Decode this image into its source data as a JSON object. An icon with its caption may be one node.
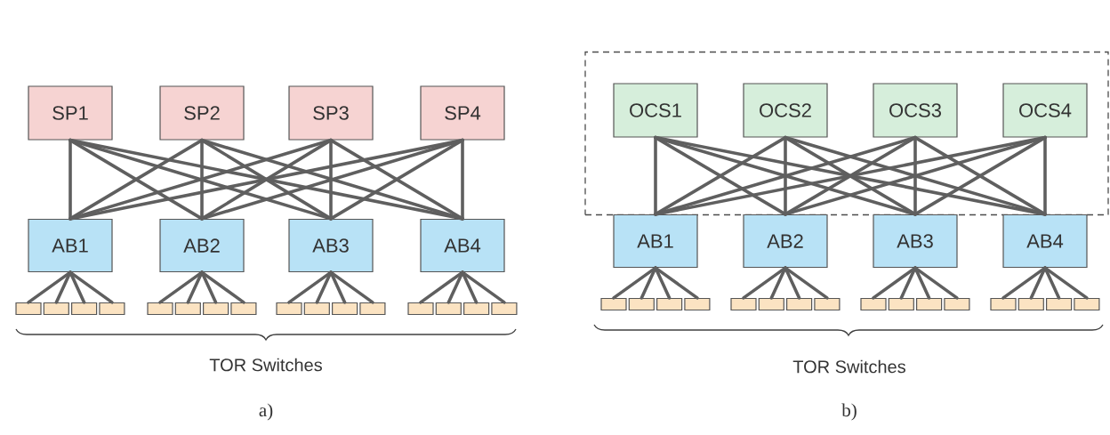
{
  "diagram": {
    "nodes": [
      {
        "text": [
          "SP1"
        ]
      },
      {
        "text": [
          "SP2"
        ]
      },
      {
        "text": [
          "SP3"
        ]
      },
      {
        "text": [
          "SP4"
        ]
      },
      {
        "text": [
          "AB1"
        ]
      },
      {
        "text": [
          "AB2"
        ]
      },
      {
        "text": [
          "AB3"
        ]
      },
      {
        "text": [
          "AB4"
        ]
      },
      {
        "text": [],
        "shape": "box"
      },
      {
        "text": [],
        "shape": "box"
      },
      {
        "text": [],
        "shape": "box"
      },
      {
        "text": [],
        "shape": "box"
      },
      {
        "text": [],
        "shape": "box"
      },
      {
        "text": [],
        "shape": "box"
      },
      {
        "text": [],
        "shape": "box"
      },
      {
        "text": [],
        "shape": "box"
      },
      {
        "text": [],
        "shape": "box"
      },
      {
        "text": [],
        "shape": "box"
      },
      {
        "text": [],
        "shape": "box"
      },
      {
        "text": [],
        "shape": "box"
      },
      {
        "text": [],
        "shape": "box"
      },
      {
        "text": [],
        "shape": "box"
      },
      {
        "text": [],
        "shape": "box"
      },
      {
        "text": [],
        "shape": "box"
      },
      {
        "text": [],
        "shape": "box"
      },
      {
        "text": [
          "OCS1"
        ],
        "in": 24
      },
      {
        "text": [
          "OCS2"
        ],
        "in": 24
      },
      {
        "text": [
          "OCS3"
        ],
        "in": 24
      },
      {
        "text": [
          "OCS4"
        ],
        "in": 24
      },
      {
        "text": [
          "AB1"
        ]
      },
      {
        "text": [
          "AB2"
        ]
      },
      {
        "text": [
          "AB3"
        ]
      },
      {
        "text": [
          "AB4"
        ]
      },
      {
        "text": [],
        "shape": "box"
      },
      {
        "text": [],
        "shape": "box"
      },
      {
        "text": [],
        "shape": "box"
      },
      {
        "text": [],
        "shape": "box"
      },
      {
        "text": [],
        "shape": "box"
      },
      {
        "text": [],
        "shape": "box"
      },
      {
        "text": [],
        "shape": "box"
      },
      {
        "text": [],
        "shape": "box"
      },
      {
        "text": [],
        "shape": "box"
      },
      {
        "text": [],
        "shape": "box"
      },
      {
        "text": [],
        "shape": "box"
      },
      {
        "text": [],
        "shape": "box"
      },
      {
        "text": [],
        "shape": "box"
      },
      {
        "text": [],
        "shape": "box"
      },
      {
        "text": [],
        "shape": "box"
      },
      {
        "text": [],
        "shape": "box"
      }
    ],
    "edges": [
      {
        "from": 0,
        "to": 4,
        "arrow": "none"
      },
      {
        "from": 0,
        "to": 5,
        "arrow": "none"
      },
      {
        "from": 0,
        "to": 6,
        "arrow": "none"
      },
      {
        "from": 0,
        "to": 7,
        "arrow": "none"
      },
      {
        "from": 1,
        "to": 4,
        "arrow": "none"
      },
      {
        "from": 1,
        "to": 5,
        "arrow": "none"
      },
      {
        "from": 1,
        "to": 6,
        "arrow": "none"
      },
      {
        "from": 1,
        "to": 7,
        "arrow": "none"
      },
      {
        "from": 2,
        "to": 4,
        "arrow": "none"
      },
      {
        "from": 2,
        "to": 5,
        "arrow": "none"
      },
      {
        "from": 2,
        "to": 6,
        "arrow": "none"
      },
      {
        "from": 2,
        "to": 7,
        "arrow": "none"
      },
      {
        "from": 3,
        "to": 4,
        "arrow": "none"
      },
      {
        "from": 3,
        "to": 5,
        "arrow": "none"
      },
      {
        "from": 3,
        "to": 6,
        "arrow": "none"
      },
      {
        "from": 3,
        "to": 7,
        "arrow": "none"
      },
      {
        "from": 4,
        "to": 8,
        "arrow": "none"
      },
      {
        "from": 4,
        "to": 9,
        "arrow": "none"
      },
      {
        "from": 4,
        "to": 10,
        "arrow": "none"
      },
      {
        "from": 4,
        "to": 11,
        "arrow": "none"
      },
      {
        "from": 5,
        "to": 12,
        "arrow": "none"
      },
      {
        "from": 5,
        "to": 13,
        "arrow": "none"
      },
      {
        "from": 5,
        "to": 14,
        "arrow": "none"
      },
      {
        "from": 5,
        "to": 15,
        "arrow": "none"
      },
      {
        "from": 6,
        "to": 16,
        "arrow": "none"
      },
      {
        "from": 6,
        "to": 17,
        "arrow": "none"
      },
      {
        "from": 6,
        "to": 18,
        "arrow": "none"
      },
      {
        "from": 6,
        "to": 19,
        "arrow": "none"
      },
      {
        "from": 7,
        "to": 20,
        "arrow": "none"
      },
      {
        "from": 7,
        "to": 21,
        "arrow": "none"
      },
      {
        "from": 7,
        "to": 22,
        "arrow": "none"
      },
      {
        "from": 7,
        "to": 23,
        "arrow": "none"
      },
      {
        "from": 25,
        "to": 29,
        "arrow": "none"
      },
      {
        "from": 25,
        "to": 30,
        "arrow": "none"
      },
      {
        "from": 25,
        "to": 31,
        "arrow": "none"
      },
      {
        "from": 25,
        "to": 32,
        "arrow": "none"
      },
      {
        "from": 26,
        "to": 29,
        "arrow": "none"
      },
      {
        "from": 26,
        "to": 30,
        "arrow": "none"
      },
      {
        "from": 26,
        "to": 31,
        "arrow": "none"
      },
      {
        "from": 26,
        "to": 32,
        "arrow": "none"
      },
      {
        "from": 27,
        "to": 29,
        "arrow": "none"
      },
      {
        "from": 27,
        "to": 30,
        "arrow": "none"
      },
      {
        "from": 27,
        "to": 31,
        "arrow": "none"
      },
      {
        "from": 27,
        "to": 32,
        "arrow": "none"
      },
      {
        "from": 28,
        "to": 29,
        "arrow": "none"
      },
      {
        "from": 28,
        "to": 30,
        "arrow": "none"
      },
      {
        "from": 28,
        "to": 31,
        "arrow": "none"
      },
      {
        "from": 28,
        "to": 32,
        "arrow": "none"
      },
      {
        "from": 29,
        "to": 33,
        "arrow": "none"
      },
      {
        "from": 29,
        "to": 34,
        "arrow": "none"
      },
      {
        "from": 29,
        "to": 35,
        "arrow": "none"
      },
      {
        "from": 29,
        "to": 36,
        "arrow": "none"
      },
      {
        "from": 30,
        "to": 37,
        "arrow": "none"
      },
      {
        "from": 30,
        "to": 38,
        "arrow": "none"
      },
      {
        "from": 30,
        "to": 39,
        "arrow": "none"
      },
      {
        "from": 30,
        "to": 40,
        "arrow": "none"
      },
      {
        "from": 31,
        "to": 41,
        "arrow": "none"
      },
      {
        "from": 31,
        "to": 42,
        "arrow": "none"
      },
      {
        "from": 31,
        "to": 43,
        "arrow": "none"
      },
      {
        "from": 31,
        "to": 44,
        "arrow": "none"
      },
      {
        "from": 32,
        "to": 45,
        "arrow": "none"
      },
      {
        "from": 32,
        "to": 46,
        "arrow": "none"
      },
      {
        "from": 32,
        "to": 47,
        "arrow": "none"
      },
      {
        "from": 32,
        "to": 48,
        "arrow": "none"
      }
    ],
    "labels": [
      "TOR Switches",
      "TOR Switches",
      "a)",
      "b)"
    ]
  }
}
